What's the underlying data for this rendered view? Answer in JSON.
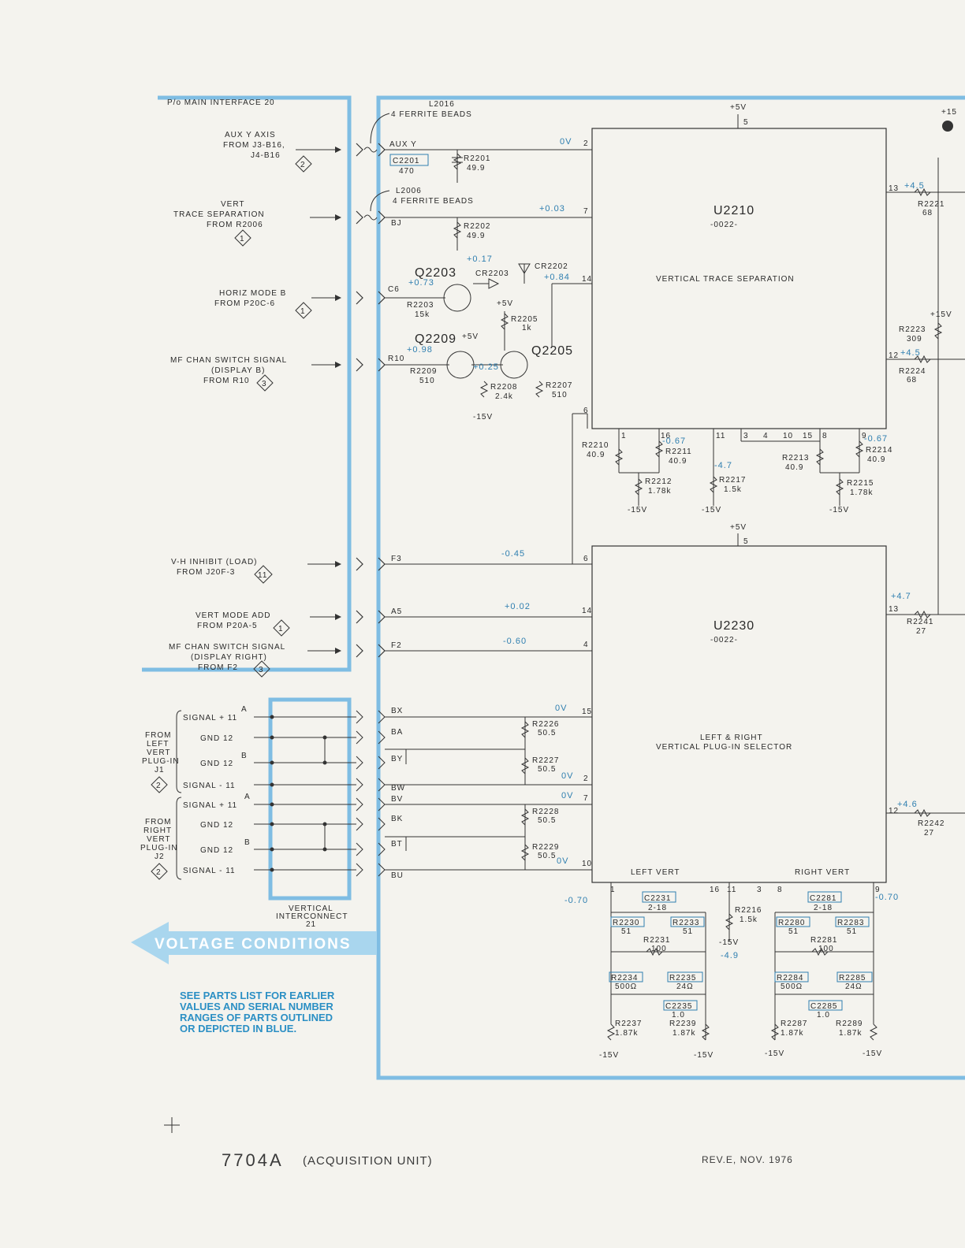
{
  "header": {
    "main_interface": "P/o MAIN INTERFACE 20"
  },
  "inputs": {
    "aux_y": [
      "AUX Y AXIS",
      "FROM J3-B16,",
      "J4-B16"
    ],
    "aux_y_tag": "2",
    "vert_trace": [
      "VERT",
      "TRACE SEPARATION",
      "FROM R2006"
    ],
    "vert_trace_tag": "1",
    "horiz_mode": [
      "HORIZ MODE B",
      "FROM P20C-6"
    ],
    "horiz_mode_tag": "1",
    "mf_chan_b": [
      "MF CHAN SWITCH SIGNAL",
      "(DISPLAY B)",
      "FROM R10"
    ],
    "mf_chan_b_tag": "3",
    "vh_inhibit": [
      "V-H INHIBIT (LOAD)",
      "FROM J20F-3"
    ],
    "vh_inhibit_tag": "11",
    "vert_mode": [
      "VERT MODE ADD",
      "FROM P20A-5"
    ],
    "vert_mode_tag": "1",
    "mf_chan_r": [
      "MF CHAN SWITCH SIGNAL",
      "(DISPLAY RIGHT)",
      "FROM F2"
    ],
    "mf_chan_r_tag": "3"
  },
  "plugins": {
    "left": [
      "FROM",
      "LEFT",
      "VERT",
      "PLUG-IN",
      "J1"
    ],
    "left_tag": "2",
    "right": [
      "FROM",
      "RIGHT",
      "VERT",
      "PLUG-IN",
      "J2"
    ],
    "right_tag": "2",
    "rows": [
      "SIGNAL + 11",
      "GND 12",
      "GND 12",
      "SIGNAL - 11",
      "SIGNAL + 11",
      "GND 12",
      "GND 12",
      "SIGNAL - 11"
    ],
    "ab": [
      "A",
      "B",
      "A",
      "B"
    ],
    "interconnect": [
      "VERTICAL",
      "INTERCONNECT",
      "21"
    ]
  },
  "nets": [
    "AUX Y",
    "BJ",
    "C6",
    "R10",
    "F3",
    "A5",
    "F2",
    "BX",
    "BA",
    "BY",
    "BW",
    "BV",
    "BK",
    "BT",
    "BU"
  ],
  "beads": {
    "l2016": [
      "L2016",
      "4 FERRITE BEADS"
    ],
    "l2006": [
      "L2006",
      "4 FERRITE BEADS"
    ]
  },
  "components": {
    "c2201": [
      "C2201",
      "470"
    ],
    "r2201": [
      "R2201",
      "49.9"
    ],
    "r2202": [
      "R2202",
      "49.9"
    ],
    "q2203": "Q2203",
    "cr2203": "CR2203",
    "cr2202": "CR2202",
    "r2203": [
      "R2203",
      "15k"
    ],
    "r2205": [
      "R2205",
      "1k"
    ],
    "q2209": "Q2209",
    "q2205": "Q2205",
    "r2209": [
      "R2209",
      "510"
    ],
    "r2208": [
      "R2208",
      "2.4k"
    ],
    "r2207": [
      "R2207",
      "510"
    ],
    "r2210": [
      "R2210",
      "40.9"
    ],
    "r2211": [
      "R2211",
      "40.9"
    ],
    "r2212": [
      "R2212",
      "1.78k"
    ],
    "r2217": [
      "R2217",
      "1.5k"
    ],
    "r2213": [
      "R2213",
      "40.9"
    ],
    "r2214": [
      "R2214",
      "40.9"
    ],
    "r2215": [
      "R2215",
      "1.78k"
    ],
    "r2221": [
      "R2221",
      "68"
    ],
    "r2223": [
      "R2223",
      "309"
    ],
    "r2224": [
      "R2224",
      "68"
    ],
    "r2241": [
      "R2241",
      "27"
    ],
    "r2242": [
      "R2242",
      "27"
    ],
    "r2226": [
      "R2226",
      "50.5"
    ],
    "r2227": [
      "R2227",
      "50.5"
    ],
    "r2228": [
      "R2228",
      "50.5"
    ],
    "r2229": [
      "R2229",
      "50.5"
    ],
    "c2231": [
      "C2231",
      "2-18"
    ],
    "r2230": [
      "R2230",
      "51"
    ],
    "r2233": [
      "R2233",
      "51"
    ],
    "r2231": [
      "R2231",
      "100"
    ],
    "r2216": [
      "R2216",
      "1.5k"
    ],
    "r2234": [
      "R2234",
      "500Ω"
    ],
    "r2235": [
      "R2235",
      "24Ω"
    ],
    "c2235": [
      "C2235",
      "1.0"
    ],
    "r2237": [
      "R2237",
      "1.87k"
    ],
    "r2239": [
      "R2239",
      "1.87k"
    ],
    "c2281": [
      "C2281",
      "2-18"
    ],
    "r2280": [
      "R2280",
      "51"
    ],
    "r2283": [
      "R2283",
      "51"
    ],
    "r2281": [
      "R2281",
      "100"
    ],
    "r2284": [
      "R2284",
      "500Ω"
    ],
    "r2285": [
      "R2285",
      "24Ω"
    ],
    "c2285": [
      "C2285",
      "1.0"
    ],
    "r2287": [
      "R2287",
      "1.87k"
    ],
    "r2289": [
      "R2289",
      "1.87k"
    ]
  },
  "ics": {
    "u2210": {
      "ref": "U2210",
      "part": "-0022-",
      "desc": "VERTICAL TRACE SEPARATION"
    },
    "u2230": {
      "ref": "U2230",
      "part": "-0022-",
      "desc": [
        "LEFT & RIGHT",
        "VERTICAL PLUG-IN SELECTOR"
      ],
      "left": "LEFT VERT",
      "right": "RIGHT VERT"
    }
  },
  "pins": {
    "u2210": [
      "2",
      "7",
      "14",
      "6",
      "5",
      "13",
      "12",
      "1",
      "16",
      "11",
      "3",
      "4",
      "10",
      "15",
      "8",
      "9"
    ],
    "u2230": [
      "6",
      "5",
      "14",
      "4",
      "15",
      "2",
      "7",
      "10",
      "13",
      "12",
      "1",
      "16",
      "11",
      "3",
      "8",
      "9"
    ]
  },
  "supplies": {
    "p5v": "+5V",
    "m15v": "-15V",
    "p15v": "+15V",
    "p15": "+15"
  },
  "voltages": {
    "aux_y": "0V",
    "bj": "+0.03",
    "q_e": "+0.17",
    "q_b": "+0.73",
    "cr": "+0.84",
    "q9_b": "+0.98",
    "q5_b": "+0.25",
    "p16": "-0.67",
    "p11": "-4.7",
    "p9": "-0.67",
    "p13": "+4.5",
    "p12": "+4.5",
    "f3": "-0.45",
    "a5": "+0.02",
    "f2": "-0.60",
    "bx": "0V",
    "bw": "0V",
    "bv": "0V",
    "bu": "0V",
    "p13b": "+4.7",
    "p12b": "+4.6",
    "l_out": "-0.70",
    "r_out": "-0.70",
    "mid": "-4.9"
  },
  "voltage_conditions": "VOLTAGE CONDITIONS",
  "note": [
    "SEE PARTS LIST FOR EARLIER",
    "VALUES AND SERIAL NUMBER",
    "RANGES OF PARTS OUTLINED",
    "OR DEPICTED IN BLUE."
  ],
  "footer": {
    "model": "7704A",
    "unit": "(ACQUISITION UNIT)",
    "rev": "REV.E, NOV. 1976"
  }
}
